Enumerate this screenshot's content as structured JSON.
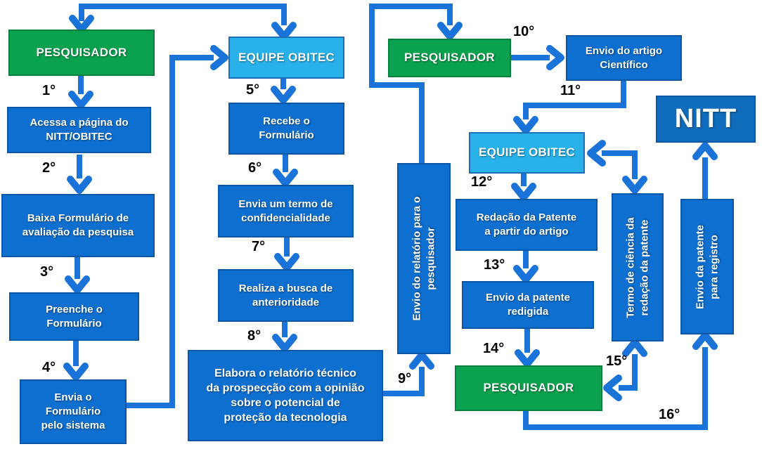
{
  "diagram": {
    "type": "flowchart",
    "language": "pt-BR",
    "colors": {
      "actor_green": "#0aa24e",
      "team_light_blue": "#29b2ea",
      "step_blue": "#0d6fd0",
      "nitt_blue": "#0f6cbd",
      "connector_blue": "#1a73d9",
      "background": "#ffffff",
      "step_label_text": "#000000"
    },
    "nodes": {
      "pesquisador1": {
        "label": "PESQUISADOR"
      },
      "acessa": {
        "label": "Acessa a página do\nNITT/OBITEC"
      },
      "baixa": {
        "label": "Baixa Formulário de\navaliação da pesquisa"
      },
      "preenche": {
        "label": "Preenche o\nFormulário"
      },
      "envia_form": {
        "label": "Envia o\nFormulário\npelo sistema"
      },
      "equipe1": {
        "label": "EQUIPE OBITEC"
      },
      "recebe": {
        "label": "Recebe o\nFormulário"
      },
      "envia_termo": {
        "label": "Envia um termo de\nconfidencialidade"
      },
      "realiza": {
        "label": "Realiza a busca de\nanterioridade"
      },
      "elabora": {
        "label": "Elabora o relatório técnico\nda prospecção com a opinião\nsobre o potencial de\nproteção da tecnologia"
      },
      "envio_relatorio": {
        "label": "Envio do relatório para o\npesquisador"
      },
      "pesquisador2": {
        "label": "PESQUISADOR"
      },
      "envio_artigo": {
        "label": "Envio do artigo\nCientífico"
      },
      "nitt": {
        "label": "NITT"
      },
      "equipe2": {
        "label": "EQUIPE OBITEC"
      },
      "redacao": {
        "label": "Redação da Patente\na partir do artigo"
      },
      "envio_patente_redigida": {
        "label": "Envio da patente\nredigida"
      },
      "pesquisador3": {
        "label": "PESQUISADOR"
      },
      "termo_ciencia": {
        "label": "Termo de ciência da\nredação da patente"
      },
      "envio_registro": {
        "label": "Envio da patente\npara registro"
      }
    },
    "steps": {
      "s1": "1°",
      "s2": "2°",
      "s3": "3°",
      "s4": "4°",
      "s5": "5°",
      "s6": "6°",
      "s7": "7°",
      "s8": "8°",
      "s9": "9°",
      "s10": "10°",
      "s11": "11°",
      "s12": "12°",
      "s13": "13°",
      "s14": "14°",
      "s15": "15°",
      "s16": "16°"
    }
  }
}
